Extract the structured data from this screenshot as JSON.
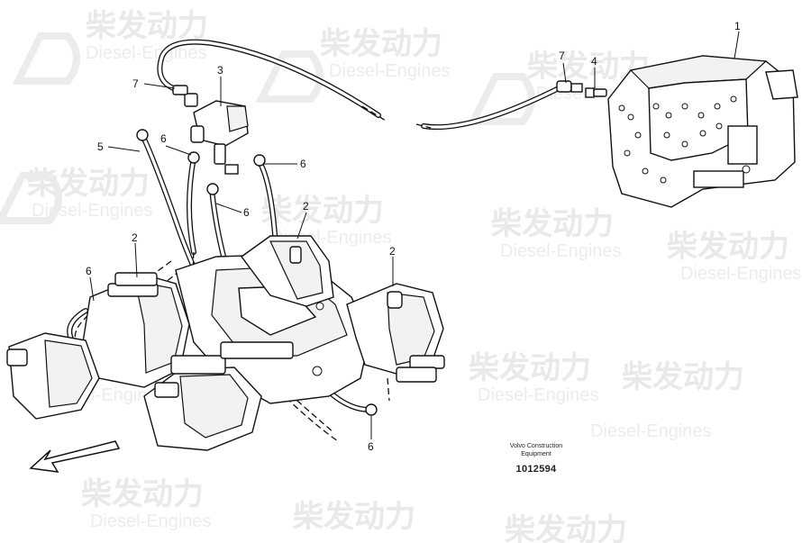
{
  "watermark": {
    "chinese": "柴发动力",
    "english": "Diesel-Engines"
  },
  "caption": {
    "maker_line1": "Volvo Construction",
    "maker_line2": "Equipment",
    "part_number": "1012594"
  },
  "callouts": {
    "c1": "1",
    "c2a": "2",
    "c2b": "2",
    "c2c": "2",
    "c3": "3",
    "c4": "4",
    "c5": "5",
    "c6a": "6",
    "c6b": "6",
    "c6c": "6",
    "c6d": "6",
    "c6e": "6",
    "c7a": "7",
    "c7b": "7"
  }
}
